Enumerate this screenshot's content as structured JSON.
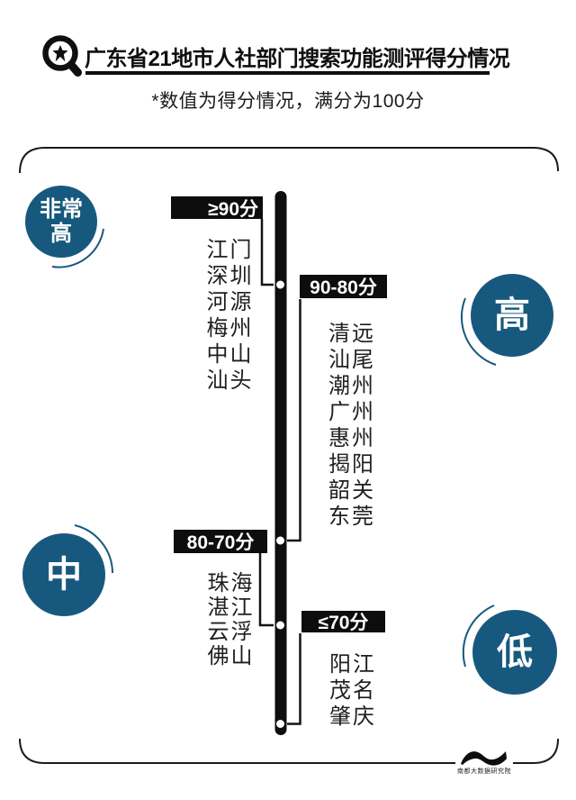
{
  "header": {
    "title": "广东省21地市人社部门搜索功能测评得分情况",
    "subtitle": "*数值为得分情况，满分为100分",
    "title_icon": "magnifier-star-icon"
  },
  "colors": {
    "accent_blue": "#17597e",
    "ink_black": "#0d0d0d"
  },
  "chart_data": {
    "type": "table",
    "title": "广东省21地市人社部门搜索功能测评得分情况",
    "note": "*数值为得分情况，满分为100分",
    "max_score": 100,
    "layout": "vertical score band timeline, highest band at top",
    "groups": [
      {
        "range": "≥90分",
        "tier": "非常高",
        "cities": [
          "江门",
          "深圳",
          "河源",
          "梅州",
          "中山",
          "汕头"
        ]
      },
      {
        "range": "90-80分",
        "tier": "高",
        "cities": [
          "清远",
          "汕尾",
          "潮州",
          "广州",
          "惠州",
          "揭阳",
          "韶关",
          "东莞"
        ]
      },
      {
        "range": "80-70分",
        "tier": "中",
        "cities": [
          "珠海",
          "湛江",
          "云浮",
          "佛山"
        ]
      },
      {
        "range": "≤70分",
        "tier": "低",
        "cities": [
          "阳江",
          "茂名",
          "肇庆"
        ]
      }
    ]
  },
  "footer": {
    "credit": "南都大数据研究院",
    "logo": "wave-swoosh-logo"
  }
}
